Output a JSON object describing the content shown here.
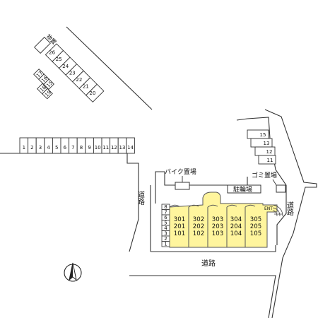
{
  "map": {
    "labels": {
      "storage": "物置",
      "road_west": "道路",
      "road_south": "道路",
      "road_east": "道路",
      "bike_area": "バイク置場",
      "garbage_area": "ゴミ置場",
      "bicycle_area": "駐輪場",
      "entrance": "ENT"
    },
    "parking": {
      "row_bottom": [
        "1",
        "2",
        "3",
        "4",
        "5",
        "6",
        "7",
        "8",
        "9",
        "10",
        "11",
        "12",
        "13",
        "14"
      ],
      "row_diagonal": [
        "26",
        "25",
        "24",
        "23",
        "22",
        "21",
        "20"
      ],
      "row_small": [
        "19",
        "18",
        "15",
        "16",
        "17"
      ],
      "row_east": [
        "15",
        "13",
        "12",
        "11"
      ],
      "row_building_side": [
        "8",
        "7",
        "6",
        "5",
        "4",
        "3",
        "2",
        "1"
      ]
    },
    "units": [
      [
        "301",
        "201",
        "101"
      ],
      [
        "302",
        "202",
        "102"
      ],
      [
        "303",
        "203",
        "103"
      ],
      [
        "304",
        "204",
        "104"
      ],
      [
        "305",
        "205",
        "105"
      ]
    ],
    "colors": {
      "building": "#fff59d",
      "building_outline": "#555555",
      "lines": "#333333"
    },
    "compass_icon": "north-arrow-icon"
  }
}
